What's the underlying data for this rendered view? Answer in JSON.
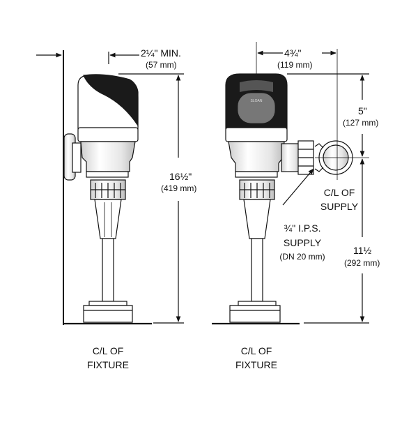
{
  "dimensions": {
    "min_clearance": {
      "imperial": "2¼\" MIN.",
      "metric": "(57 mm)"
    },
    "overall_height": {
      "imperial": "16½\"",
      "metric": "(419 mm)"
    },
    "width_to_supply": {
      "imperial": "4¾\"",
      "metric": "(119 mm)"
    },
    "top_to_supply": {
      "imperial": "5\"",
      "metric": "(127 mm)"
    },
    "supply_to_floor": {
      "imperial": "11½",
      "metric": "(292 mm)"
    }
  },
  "labels": {
    "cl_supply": [
      "C/L OF",
      "SUPPLY"
    ],
    "ips_supply": [
      "¾\" I.P.S.",
      "SUPPLY",
      "(DN 20 mm)"
    ],
    "cl_fixture_left": [
      "C/L OF",
      "FIXTURE"
    ],
    "cl_fixture_right": [
      "C/L OF",
      "FIXTURE"
    ]
  },
  "branding": {
    "sensor_logo": "SLOAN"
  },
  "colors": {
    "line": "#111111",
    "fill": "#ffffff",
    "sensor_cap": "#1a1a1a",
    "sensor_window": "#777777",
    "shade": "#d9d9d9"
  }
}
